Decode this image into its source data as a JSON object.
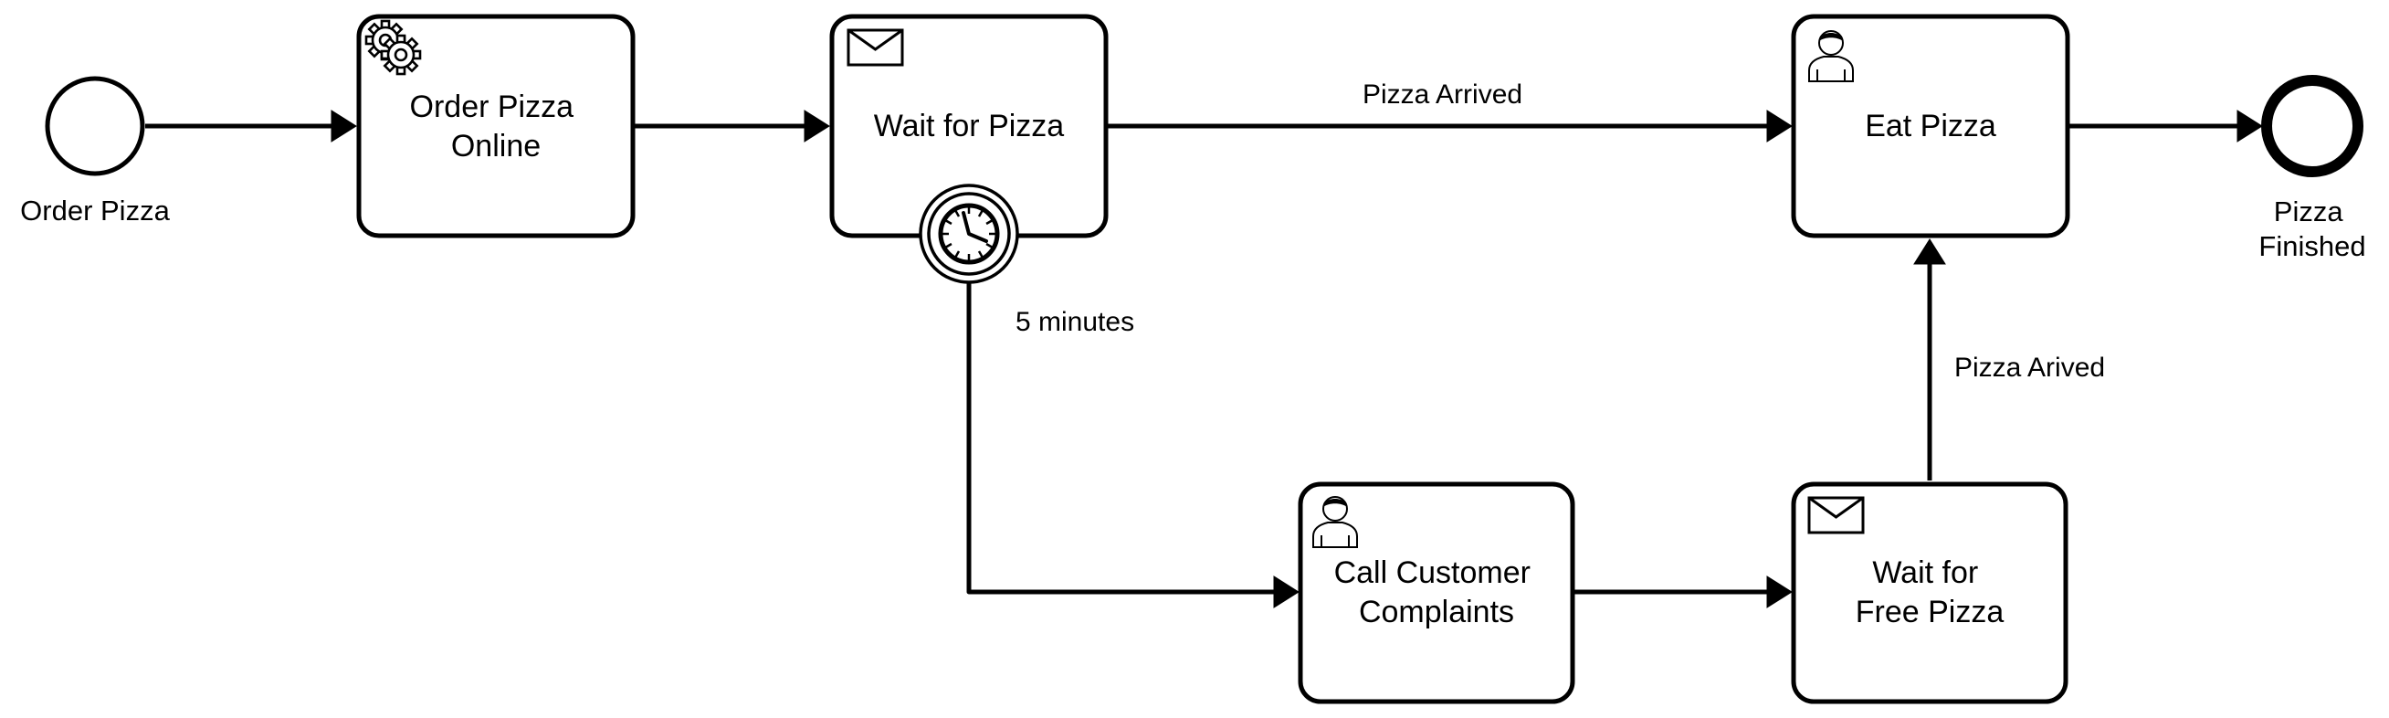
{
  "events": {
    "start": {
      "label": "Order Pizza"
    },
    "end": {
      "label_line1": "Pizza",
      "label_line2": "Finished"
    },
    "timer": {
      "label": "5 minutes"
    }
  },
  "tasks": {
    "order_online": {
      "type": "service",
      "icon": "gears-icon",
      "line1": "Order Pizza",
      "line2": "Online"
    },
    "wait_pizza": {
      "type": "receive",
      "icon": "envelope-icon",
      "line1": "Wait for Pizza"
    },
    "eat_pizza": {
      "type": "user",
      "icon": "user-icon",
      "line1": "Eat Pizza"
    },
    "call_complaints": {
      "type": "user",
      "icon": "user-icon",
      "line1": "Call Customer",
      "line2": "Complaints"
    },
    "wait_free": {
      "type": "receive",
      "icon": "envelope-icon",
      "line1": "Wait for",
      "line2": "Free Pizza"
    }
  },
  "flows": {
    "pizza_arrived": "Pizza Arrived",
    "pizza_arived": "Pizza Arived"
  }
}
